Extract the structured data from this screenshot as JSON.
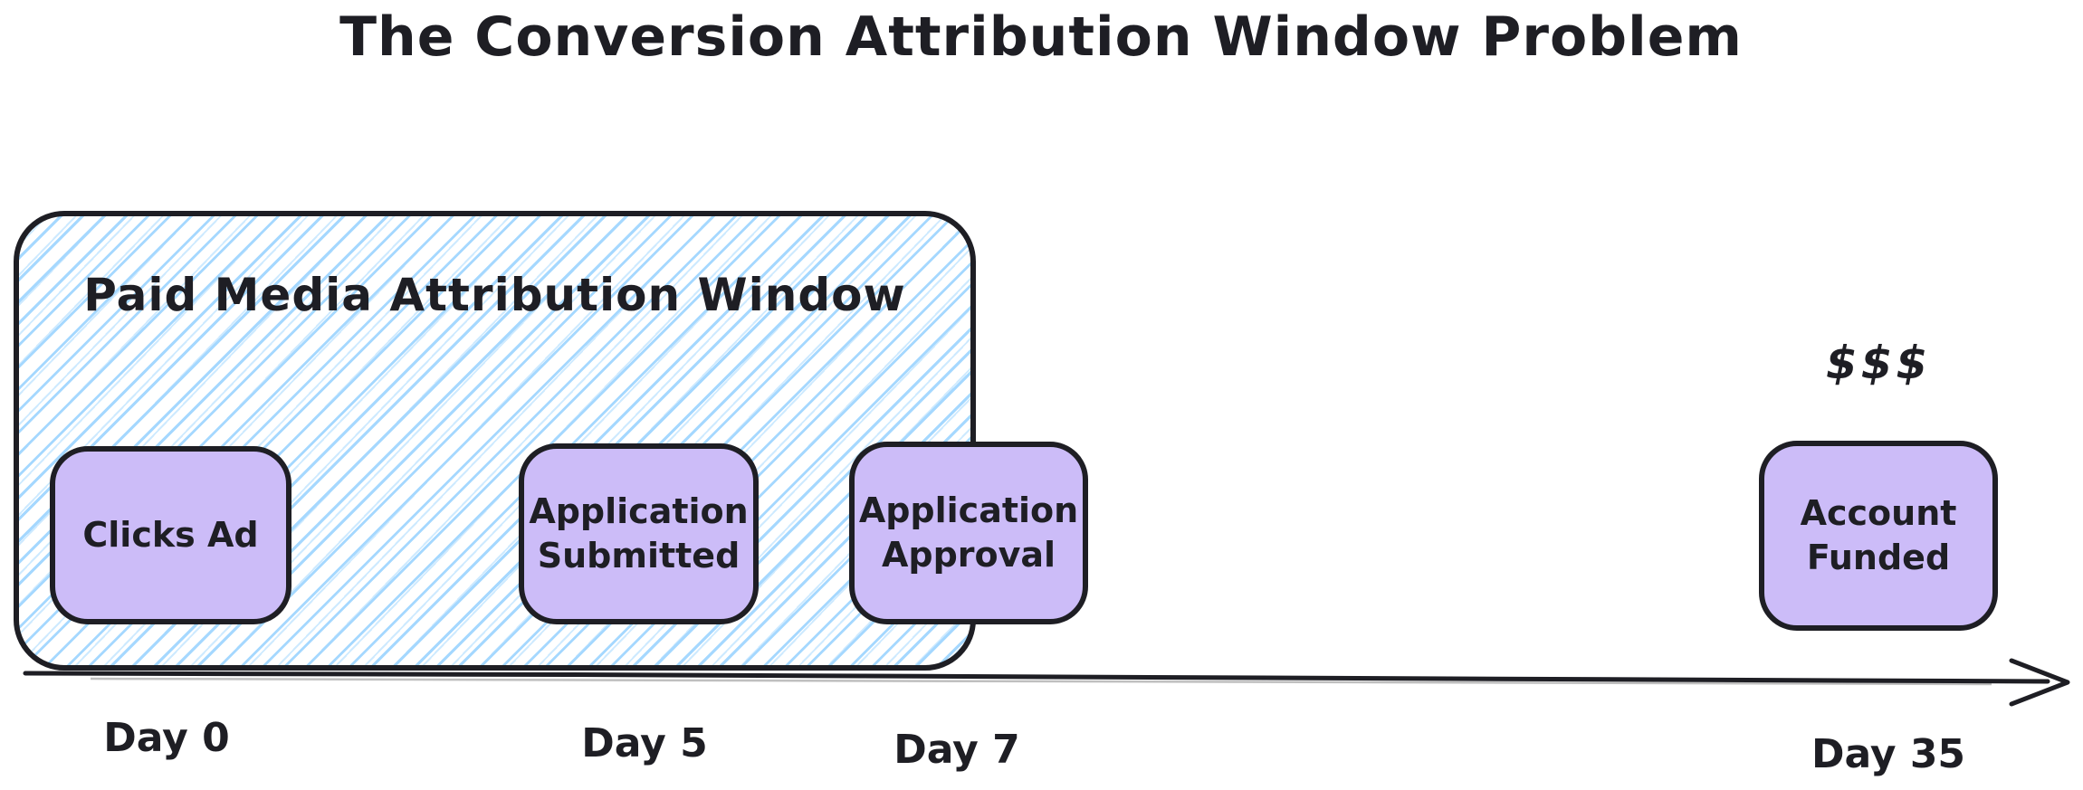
{
  "title": "The Conversion Attribution Window Problem",
  "attribution_window": {
    "label": "Paid Media Attribution Window"
  },
  "events": [
    {
      "label": "Clicks Ad",
      "day": "Day 0"
    },
    {
      "label": "Application Submitted",
      "day": "Day 5"
    },
    {
      "label": "Application Approval",
      "day": "Day 7"
    },
    {
      "label": "Account Funded",
      "day": "Day 35",
      "annotation": "$$$"
    }
  ],
  "colors": {
    "stroke": "#1e1e24",
    "event_fill": "#ccbcf8",
    "window_hatch": "#a5d8ff",
    "background": "#ffffff"
  }
}
